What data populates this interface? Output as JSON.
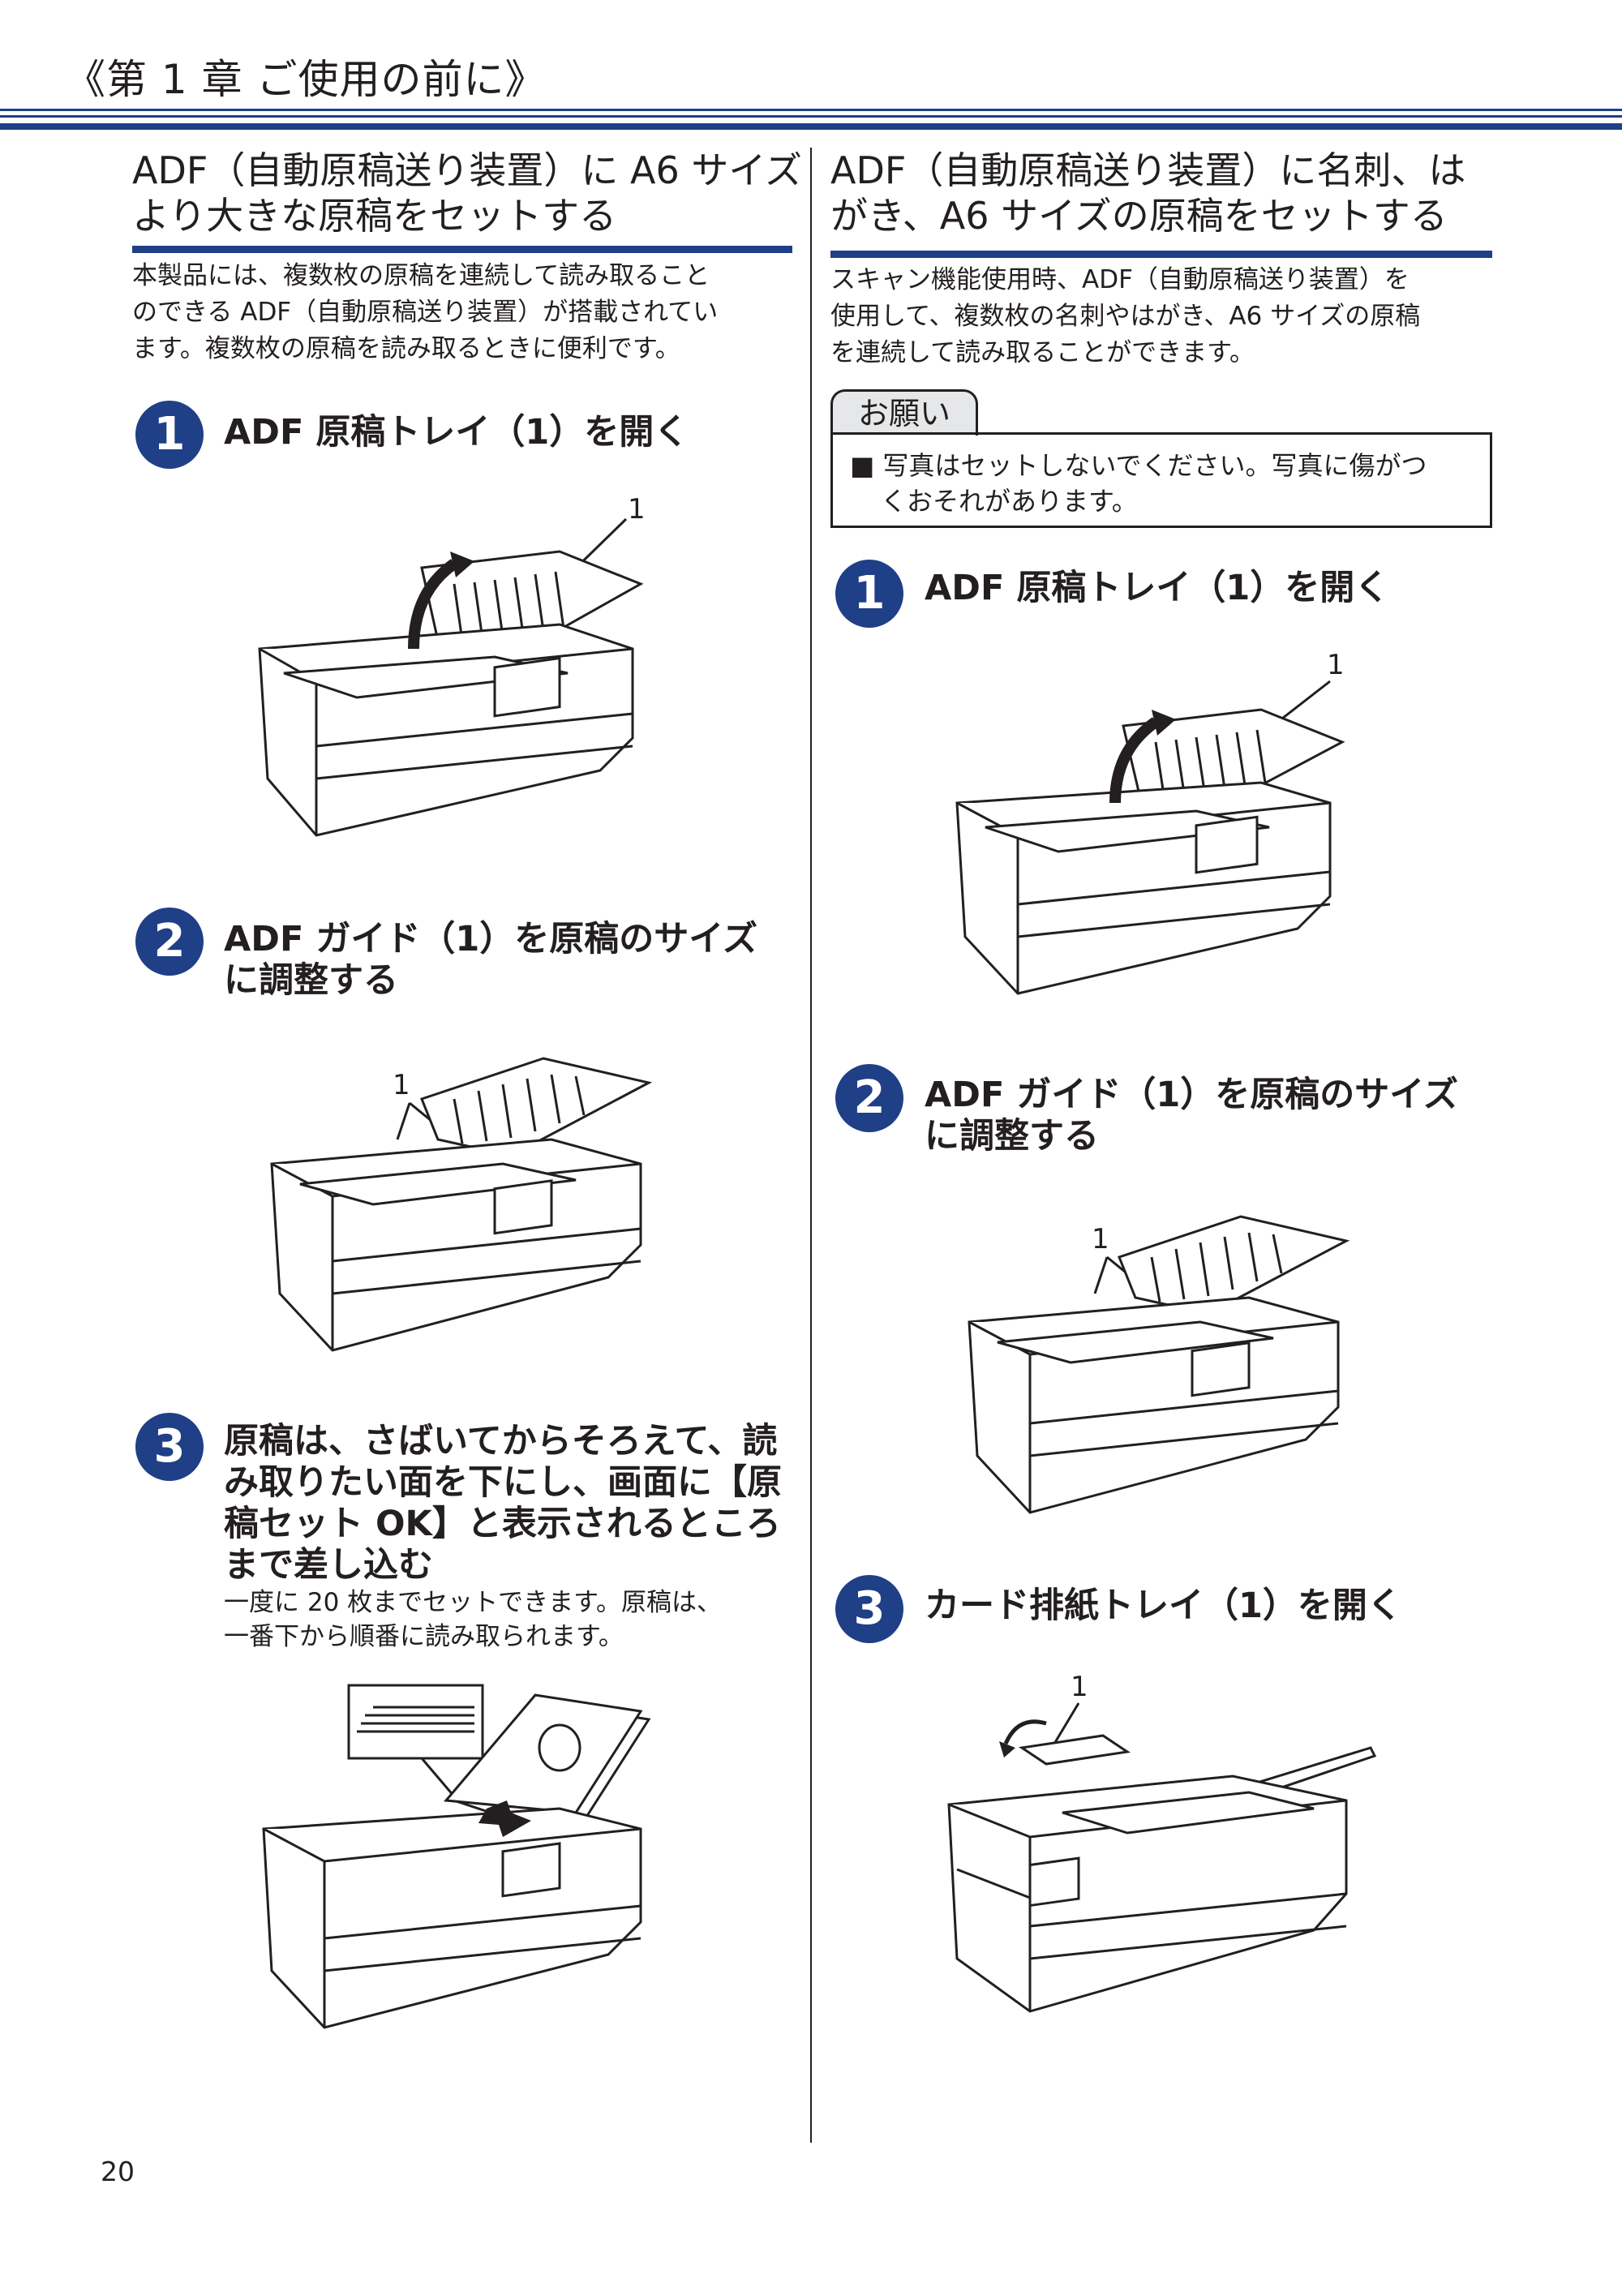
{
  "chapter": "《第 1 章 ご使用の前に》",
  "left": {
    "title_line1": "ADF（自動原稿送り装置）に A6 サイズ",
    "title_line2": "より大きな原稿をセットする",
    "intro_line1": "本製品には、複数枚の原稿を連続して読み取ること",
    "intro_line2": "のできる ADF（自動原稿送り装置）が搭載されてい",
    "intro_line3": "ます。複数枚の原稿を読み取るときに便利です。",
    "steps": [
      {
        "num": "1",
        "line1": "ADF 原稿トレイ（1）を開く"
      },
      {
        "num": "2",
        "line1": "ADF ガイド（1）を原稿のサイズ",
        "line2": "に調整する"
      },
      {
        "num": "3",
        "line1": "原稿は、さばいてからそろえて、読",
        "line2": "み取りたい面を下にし、画面に【原",
        "line3": "稿セット OK】と表示されるところ",
        "line4": "まで差し込む",
        "note_line1": "一度に 20 枚までセットできます。原稿は、",
        "note_line2": "一番下から順番に読み取られます。"
      }
    ]
  },
  "right": {
    "title_line1": "ADF（自動原稿送り装置）に名刺、は",
    "title_line2": "がき、A6 サイズの原稿をセットする",
    "intro_line1": "スキャン機能使用時、ADF（自動原稿送り装置）を",
    "intro_line2": "使用して、複数枚の名刺やはがき、A6 サイズの原稿",
    "intro_line3": "を連続して読み取ることができます。",
    "notice_tab": "お願い",
    "notice_line1": "■ 写真はセットしないでください。写真に傷がつ",
    "notice_line2": "くおそれがあります。",
    "steps": [
      {
        "num": "1",
        "line1": "ADF 原稿トレイ（1）を開く"
      },
      {
        "num": "2",
        "line1": "ADF ガイド（1）を原稿のサイズ",
        "line2": "に調整する"
      },
      {
        "num": "3",
        "line1": "カード排紙トレイ（1）を開く"
      }
    ]
  },
  "callout_label": "1",
  "page_number": "20",
  "colors": {
    "accent": "#1f3f86",
    "text": "#231f20",
    "tab_bg": "#e6e7e8"
  }
}
